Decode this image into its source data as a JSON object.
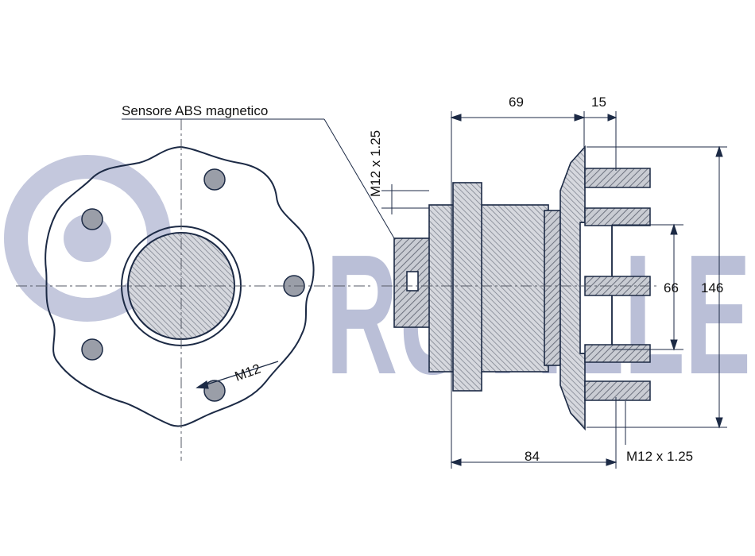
{
  "watermark": {
    "brand": "RUVILLE",
    "color": "#3b4a8e"
  },
  "labels": {
    "sensor": "Sensore ABS magnetico",
    "sensor_thread": "M12 x 1.25",
    "bolt_hole": "M12",
    "dim_69": "69",
    "dim_15": "15",
    "dim_66": "66",
    "dim_146": "146",
    "dim_84": "84",
    "stud_thread": "M12 x 1.25"
  },
  "colors": {
    "line": "#1c2a45",
    "hatch": "#7a7f8c",
    "center": "#555a66"
  }
}
